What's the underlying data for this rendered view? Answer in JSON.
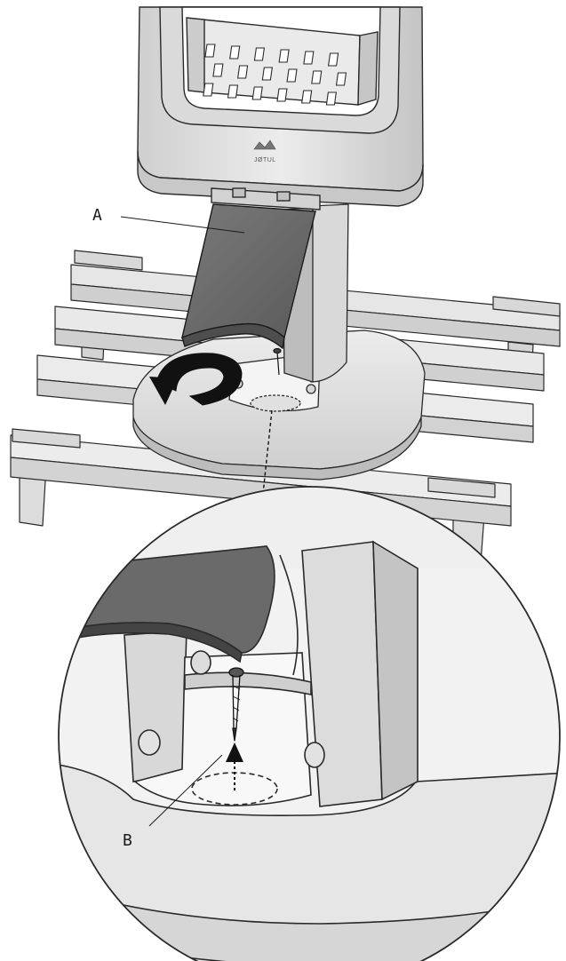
{
  "labels": {
    "a": "A",
    "b": "B"
  },
  "logo": {
    "text": "JØTUL",
    "icon": "lion-crest-icon"
  },
  "icons": {
    "rotate": "rotate-arrow-icon",
    "insert": "up-arrow-icon",
    "screw": "screw-icon"
  },
  "colors": {
    "outline": "#2a2a2a",
    "light_gray": "#e4e4e4",
    "mid_gray": "#c9c9c9",
    "dark_gray": "#8a8a8a",
    "plate": "#6e6e6e",
    "black": "#111111"
  }
}
